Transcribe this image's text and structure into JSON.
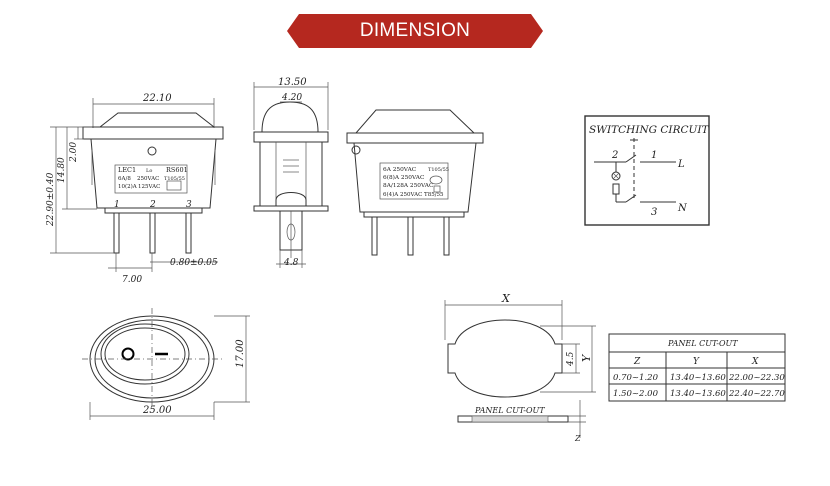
{
  "banner": {
    "title": "DIMENSION",
    "color": "#b5281f"
  },
  "front_view": {
    "dim_width": "22.10",
    "dim_top": "2.00",
    "dim_height_body": "14.80",
    "dim_height_total": "22.90±0.40",
    "dim_pin_pitch": "7.00",
    "dim_pin_thickness": "0.80±0.05",
    "terminal_labels": [
      "1",
      "2",
      "3"
    ],
    "label_lines": [
      {
        "left": "LEC1",
        "mid": "Lo",
        "right": "RS601"
      },
      {
        "left": "6A/8",
        "mid": "250VAC",
        "right": "T105/55"
      },
      {
        "left": "10(2)A",
        "mid": "125VAC",
        "right": ""
      }
    ]
  },
  "side_view": {
    "dim_width": "13.50",
    "dim_rocker": "4.20",
    "dim_terminal": "4.8"
  },
  "back_view": {
    "label_lines": [
      "6A   250VAC",
      "6(8)A  250VAC",
      "8A/128A 250VAC",
      "6(4)A 250VAC T85/55"
    ],
    "label_code": "T105/55"
  },
  "circuit": {
    "title": "SWITCHING CIRCUIT",
    "terminals": [
      "2",
      "1",
      "3"
    ],
    "outputs": [
      "L",
      "N"
    ]
  },
  "top_view": {
    "dim_width": "25.00",
    "dim_height": "17.00",
    "symbols": [
      "O",
      "—"
    ]
  },
  "cutout_view": {
    "dim_x": "X",
    "dim_y": "Y",
    "dim_small": "4.5",
    "dim_z": "Z",
    "label": "PANEL CUT-OUT"
  },
  "panel_table": {
    "title": "PANEL CUT-OUT",
    "headers": [
      "Z",
      "Y",
      "X"
    ],
    "rows": [
      [
        "0.70~1.20",
        "13.40~13.60",
        "22.00~22.30"
      ],
      [
        "1.50~2.00",
        "13.40~13.60",
        "22.40~22.70"
      ]
    ]
  }
}
